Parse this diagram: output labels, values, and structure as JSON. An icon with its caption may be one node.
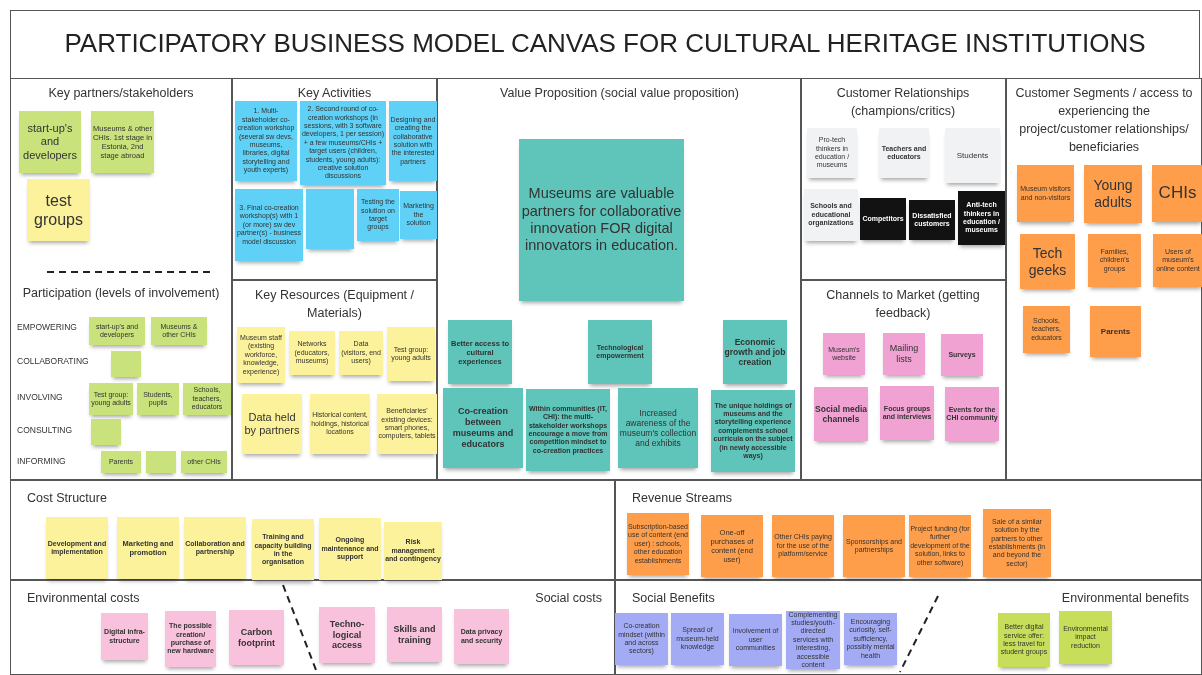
{
  "diagram": {
    "title": "PARTICIPATORY BUSINESS MODEL CANVAS FOR CULTURAL HERITAGE INSTITUTIONS",
    "nodes": [
      {
        "text": [
          "Key partners/stakeholders",
          "Participation (levels of involvement)"
        ]
      },
      {
        "text": [
          "start-up's and developers"
        ],
        "in": 0
      },
      {
        "text": [
          "Museums & other CHIs. 1st stage in Estonia, 2nd stage abroad"
        ],
        "in": 0
      },
      {
        "text": [
          "test groups"
        ],
        "in": 0
      },
      {
        "text": [
          "start-up's and developers"
        ],
        "in": 0
      },
      {
        "text": [
          "Museums & other CHIs"
        ],
        "in": 0
      },
      {
        "text": [],
        "shape": "box",
        "in": 0
      },
      {
        "text": [
          "Test group: young adults"
        ],
        "in": 0
      },
      {
        "text": [
          "Students, pupils"
        ],
        "in": 0
      },
      {
        "text": [
          "Schools, teachers, educators"
        ],
        "in": 0
      },
      {
        "text": [],
        "shape": "box",
        "in": 0
      },
      {
        "text": [
          "Parents"
        ],
        "in": 0
      },
      {
        "text": [],
        "shape": "box",
        "in": 0
      },
      {
        "text": [
          "other CHIs"
        ],
        "in": 0
      },
      {
        "text": [
          "Key Activities"
        ]
      },
      {
        "text": [
          "1. Multi-stakeholder co-creation workshop (several sw devs, museums, libraries, digital storytelling and youth experts)"
        ],
        "in": 14
      },
      {
        "text": [
          "2. Second round of co-creation workshops (in sessions, with 3 software developers, 1 per session) + a few museums/CHIs + target users (children, students, young adults): creative solution discussions"
        ],
        "in": 14
      },
      {
        "text": [
          "Designing and creating the collaborative solution with the interested partners"
        ],
        "in": 14
      },
      {
        "text": [
          "Testing the solution on target groups"
        ],
        "in": 14
      },
      {
        "text": [
          "3. Final co-creation workshop(s) with 1 (or more) sw dev partner(s) - business model discussion"
        ],
        "in": 14
      },
      {
        "text": [],
        "shape": "box",
        "in": 14
      },
      {
        "text": [
          "Marketing the solution"
        ],
        "in": 14
      },
      {
        "text": [
          "Key Resources (Equipment / Materials)"
        ]
      },
      {
        "text": [
          "Museum staff (existing workforce, knowledge, experience)"
        ],
        "in": 22
      },
      {
        "text": [
          "Networks (educators, museums)"
        ],
        "in": 22
      },
      {
        "text": [
          "Data (visitors, end users)"
        ],
        "in": 22
      },
      {
        "text": [
          "Test group: young adults"
        ],
        "in": 22
      },
      {
        "text": [
          "Data held by partners"
        ],
        "in": 22
      },
      {
        "text": [
          "Historical content, holdings, historical locations"
        ],
        "in": 22
      },
      {
        "text": [
          "Beneficiaries' existing devices: smart phones, computers, tablets"
        ],
        "in": 22
      },
      {
        "text": [
          "Value Proposition (social value proposition)"
        ]
      },
      {
        "text": [
          "Museums are valuable partners for collaborative innovation FOR digital innovators in education."
        ],
        "in": 30
      },
      {
        "text": [
          "Better access to cultural experiences"
        ],
        "in": 30
      },
      {
        "text": [
          "Technological empowerment"
        ],
        "in": 30
      },
      {
        "text": [
          "Economic growth and job creation"
        ],
        "in": 30
      },
      {
        "text": [
          "Co-creation between museums and educators"
        ],
        "in": 30
      },
      {
        "text": [
          "Within communities (IT, CHI): the multi-stakeholder workshops encourage a move from competition mindset to co-creation practices"
        ],
        "in": 30
      },
      {
        "text": [
          "Increased awareness of the museum's collection and exhibits"
        ],
        "in": 30
      },
      {
        "text": [
          "The unique holdings of museums and the storytelling experience complements school curricula on the subject (in newly accessible ways)"
        ],
        "in": 30
      },
      {
        "text": [
          "Customer Relationships (champions/critics)"
        ]
      },
      {
        "text": [
          "Pro-tech thinkers in education / museums"
        ],
        "in": 39
      },
      {
        "text": [
          "Teachers and educators"
        ],
        "in": 39
      },
      {
        "text": [
          "Students"
        ],
        "in": 39
      },
      {
        "text": [
          "Schools and educational organizations"
        ],
        "in": 39
      },
      {
        "text": [
          "Competitors"
        ],
        "in": 39
      },
      {
        "text": [
          "Dissatisfied customers"
        ],
        "in": 39
      },
      {
        "text": [
          "Anti-tech thinkers in education / museums"
        ],
        "in": 39
      },
      {
        "text": [
          "Channels to Market (getting feedback)"
        ]
      },
      {
        "text": [
          "Museum's website"
        ],
        "in": 47
      },
      {
        "text": [
          "Mailing lists"
        ],
        "in": 47
      },
      {
        "text": [
          "Surveys"
        ],
        "in": 47
      },
      {
        "text": [
          "Social media channels"
        ],
        "in": 47
      },
      {
        "text": [
          "Focus groups and interviews"
        ],
        "in": 47
      },
      {
        "text": [
          "Events for the CHI community"
        ],
        "in": 47
      },
      {
        "text": [
          "Customer Segments / access to experiencing the project/customer relationships/ beneficiaries"
        ]
      },
      {
        "text": [
          "Museum visitors and non-visitors"
        ],
        "in": 54
      },
      {
        "text": [
          "Young adults"
        ],
        "in": 54
      },
      {
        "text": [
          "CHIs"
        ],
        "in": 54
      },
      {
        "text": [
          "Tech geeks"
        ],
        "in": 54
      },
      {
        "text": [
          "Families, children's groups"
        ],
        "in": 54
      },
      {
        "text": [
          "Users of museum's online content"
        ],
        "in": 54
      },
      {
        "text": [
          "Schools, teachers, educators"
        ],
        "in": 54
      },
      {
        "text": [
          "Parents"
        ],
        "in": 54
      },
      {
        "text": [
          "Cost Structure"
        ]
      },
      {
        "text": [
          "Development and implementation"
        ],
        "in": 63
      },
      {
        "text": [
          "Marketing and promotion"
        ],
        "in": 63
      },
      {
        "text": [
          "Collaboration and partnership"
        ],
        "in": 63
      },
      {
        "text": [
          "Training and capacity building in the organisation"
        ],
        "in": 63
      },
      {
        "text": [
          "Ongoing maintenance and support"
        ],
        "in": 63
      },
      {
        "text": [
          "Risk management and contingency"
        ],
        "in": 63
      },
      {
        "text": [
          "Revenue Streams"
        ]
      },
      {
        "text": [
          "Subscription-based use of content (end user) : schools, other education establishments"
        ],
        "in": 70
      },
      {
        "text": [
          "One-off purchases of content (end user)"
        ],
        "in": 70
      },
      {
        "text": [
          "Other CHIs paying for the use of the platform/service"
        ],
        "in": 70
      },
      {
        "text": [
          "Sponsorships and partnerships"
        ],
        "in": 70
      },
      {
        "text": [
          "Project funding (for further development of the solution, links to other software)"
        ],
        "in": 70
      },
      {
        "text": [
          "Sale of a similar solution by the partners to other establishments (in and beyond the sector)"
        ],
        "in": 70
      },
      {
        "text": [
          "Environmental costs",
          "Social costs"
        ]
      },
      {
        "text": [
          "Digital infra-structure"
        ],
        "in": 77
      },
      {
        "text": [
          "The possible creation/ purchase of new hardware"
        ],
        "in": 77
      },
      {
        "text": [
          "Carbon footprint"
        ],
        "in": 77
      },
      {
        "text": [
          "Techno-logical access"
        ],
        "in": 77
      },
      {
        "text": [
          "Skills and training"
        ],
        "in": 77
      },
      {
        "text": [
          "Data privacy and security"
        ],
        "in": 77
      },
      {
        "text": [
          "Social Benefits",
          "Environmental benefits"
        ]
      },
      {
        "text": [
          "Co-creation mindset (within and across sectors)"
        ],
        "in": 84
      },
      {
        "text": [
          "Spread of museum-held knowledge"
        ],
        "in": 84
      },
      {
        "text": [
          "Involvement of user communities"
        ],
        "in": 84
      },
      {
        "text": [
          "Complementing studies/youth-directed services with interesting, accessible content"
        ],
        "in": 84
      },
      {
        "text": [
          "Encouraging curiosity, self-sufficiency, possibly mental health"
        ],
        "in": 84
      },
      {
        "text": [
          "Better digital service offer: less travel for student groups"
        ],
        "in": 84
      },
      {
        "text": [
          "Environmental impact reduction"
        ],
        "in": 84
      }
    ],
    "labels": [
      "EMPOWERING",
      "COLLABORATING",
      "INVOLVING",
      "CONSULTING",
      "INFORMING"
    ]
  }
}
